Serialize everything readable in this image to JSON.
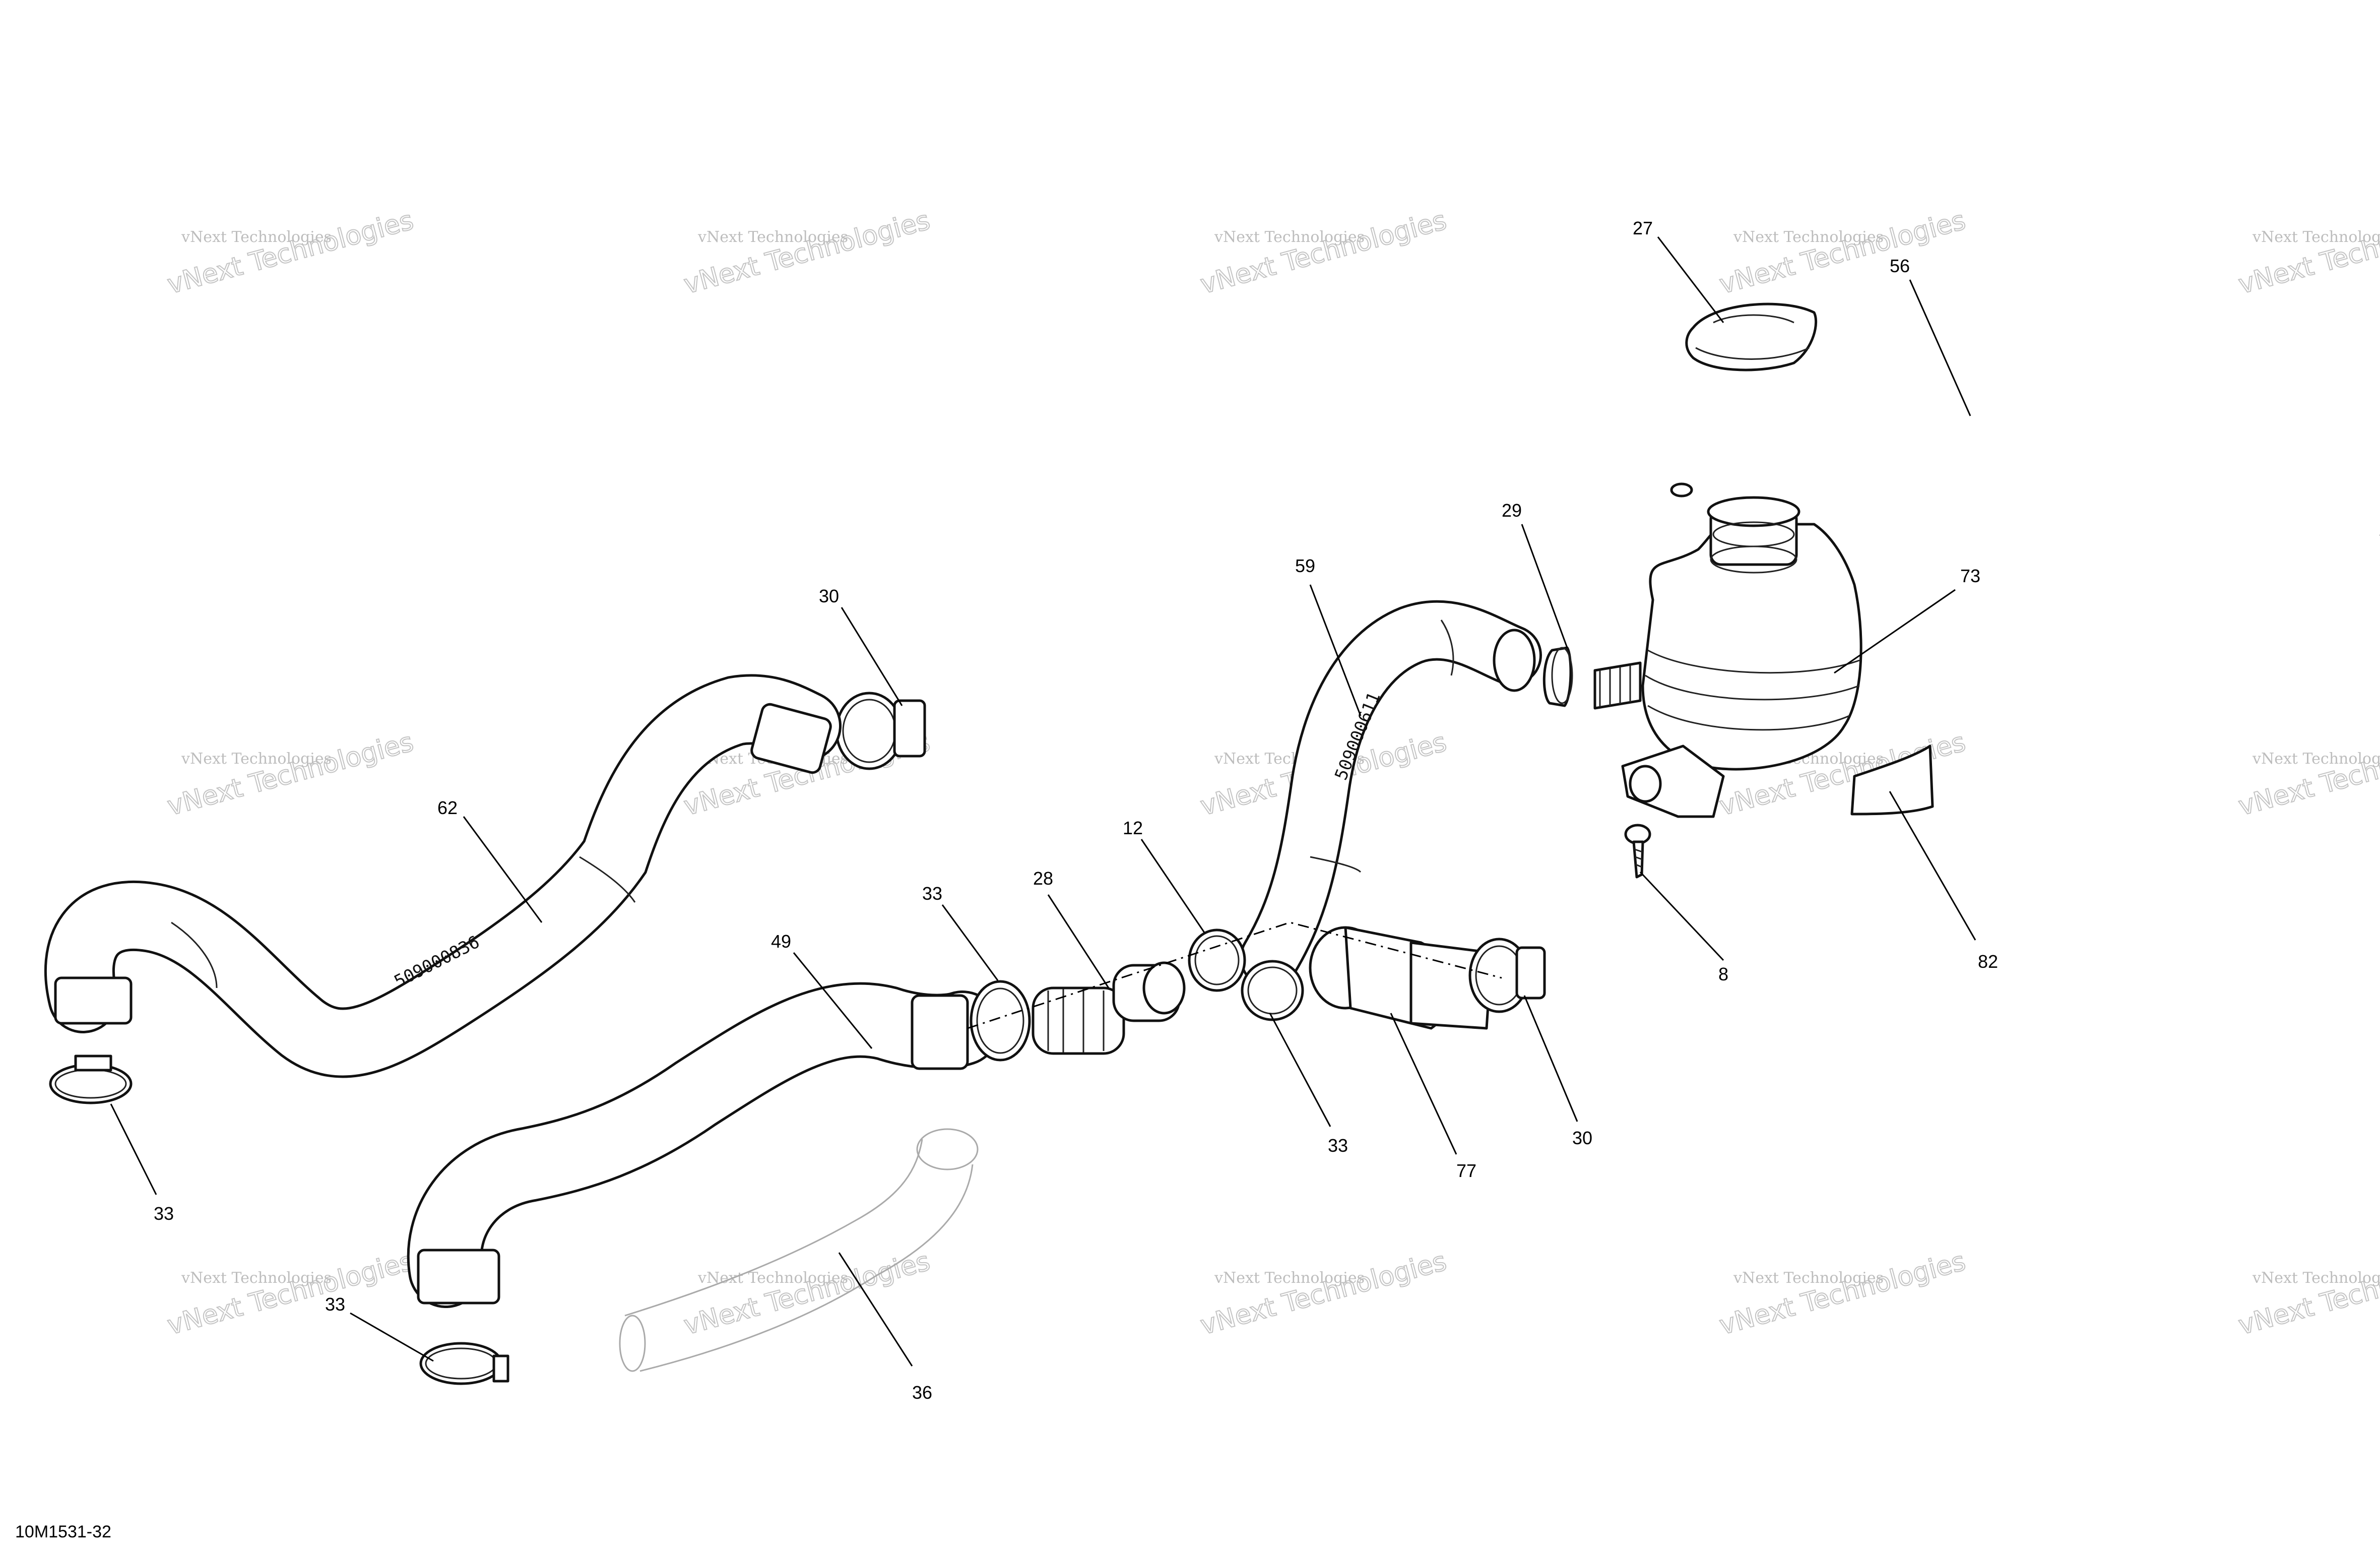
{
  "figure_id": "10M1531-32",
  "watermark": {
    "line1": "vNext Technologies",
    "line2": "vNext Technologies"
  },
  "callouts": [
    {
      "id": "c27",
      "label": "27"
    },
    {
      "id": "c56",
      "label": "56"
    },
    {
      "id": "c29",
      "label": "29"
    },
    {
      "id": "c73",
      "label": "73"
    },
    {
      "id": "c59",
      "label": "59"
    },
    {
      "id": "c30a",
      "label": "30"
    },
    {
      "id": "c62",
      "label": "62"
    },
    {
      "id": "c12",
      "label": "12"
    },
    {
      "id": "c28",
      "label": "28"
    },
    {
      "id": "c33a",
      "label": "33"
    },
    {
      "id": "c49",
      "label": "49"
    },
    {
      "id": "c8",
      "label": "8"
    },
    {
      "id": "c82",
      "label": "82"
    },
    {
      "id": "c33b",
      "label": "33"
    },
    {
      "id": "c30b",
      "label": "30"
    },
    {
      "id": "c77",
      "label": "77"
    },
    {
      "id": "c33c",
      "label": "33"
    },
    {
      "id": "c33d",
      "label": "33"
    },
    {
      "id": "c36",
      "label": "36"
    }
  ],
  "hose_markings": {
    "hose_62": "509000836",
    "hose_59": "509000611"
  }
}
